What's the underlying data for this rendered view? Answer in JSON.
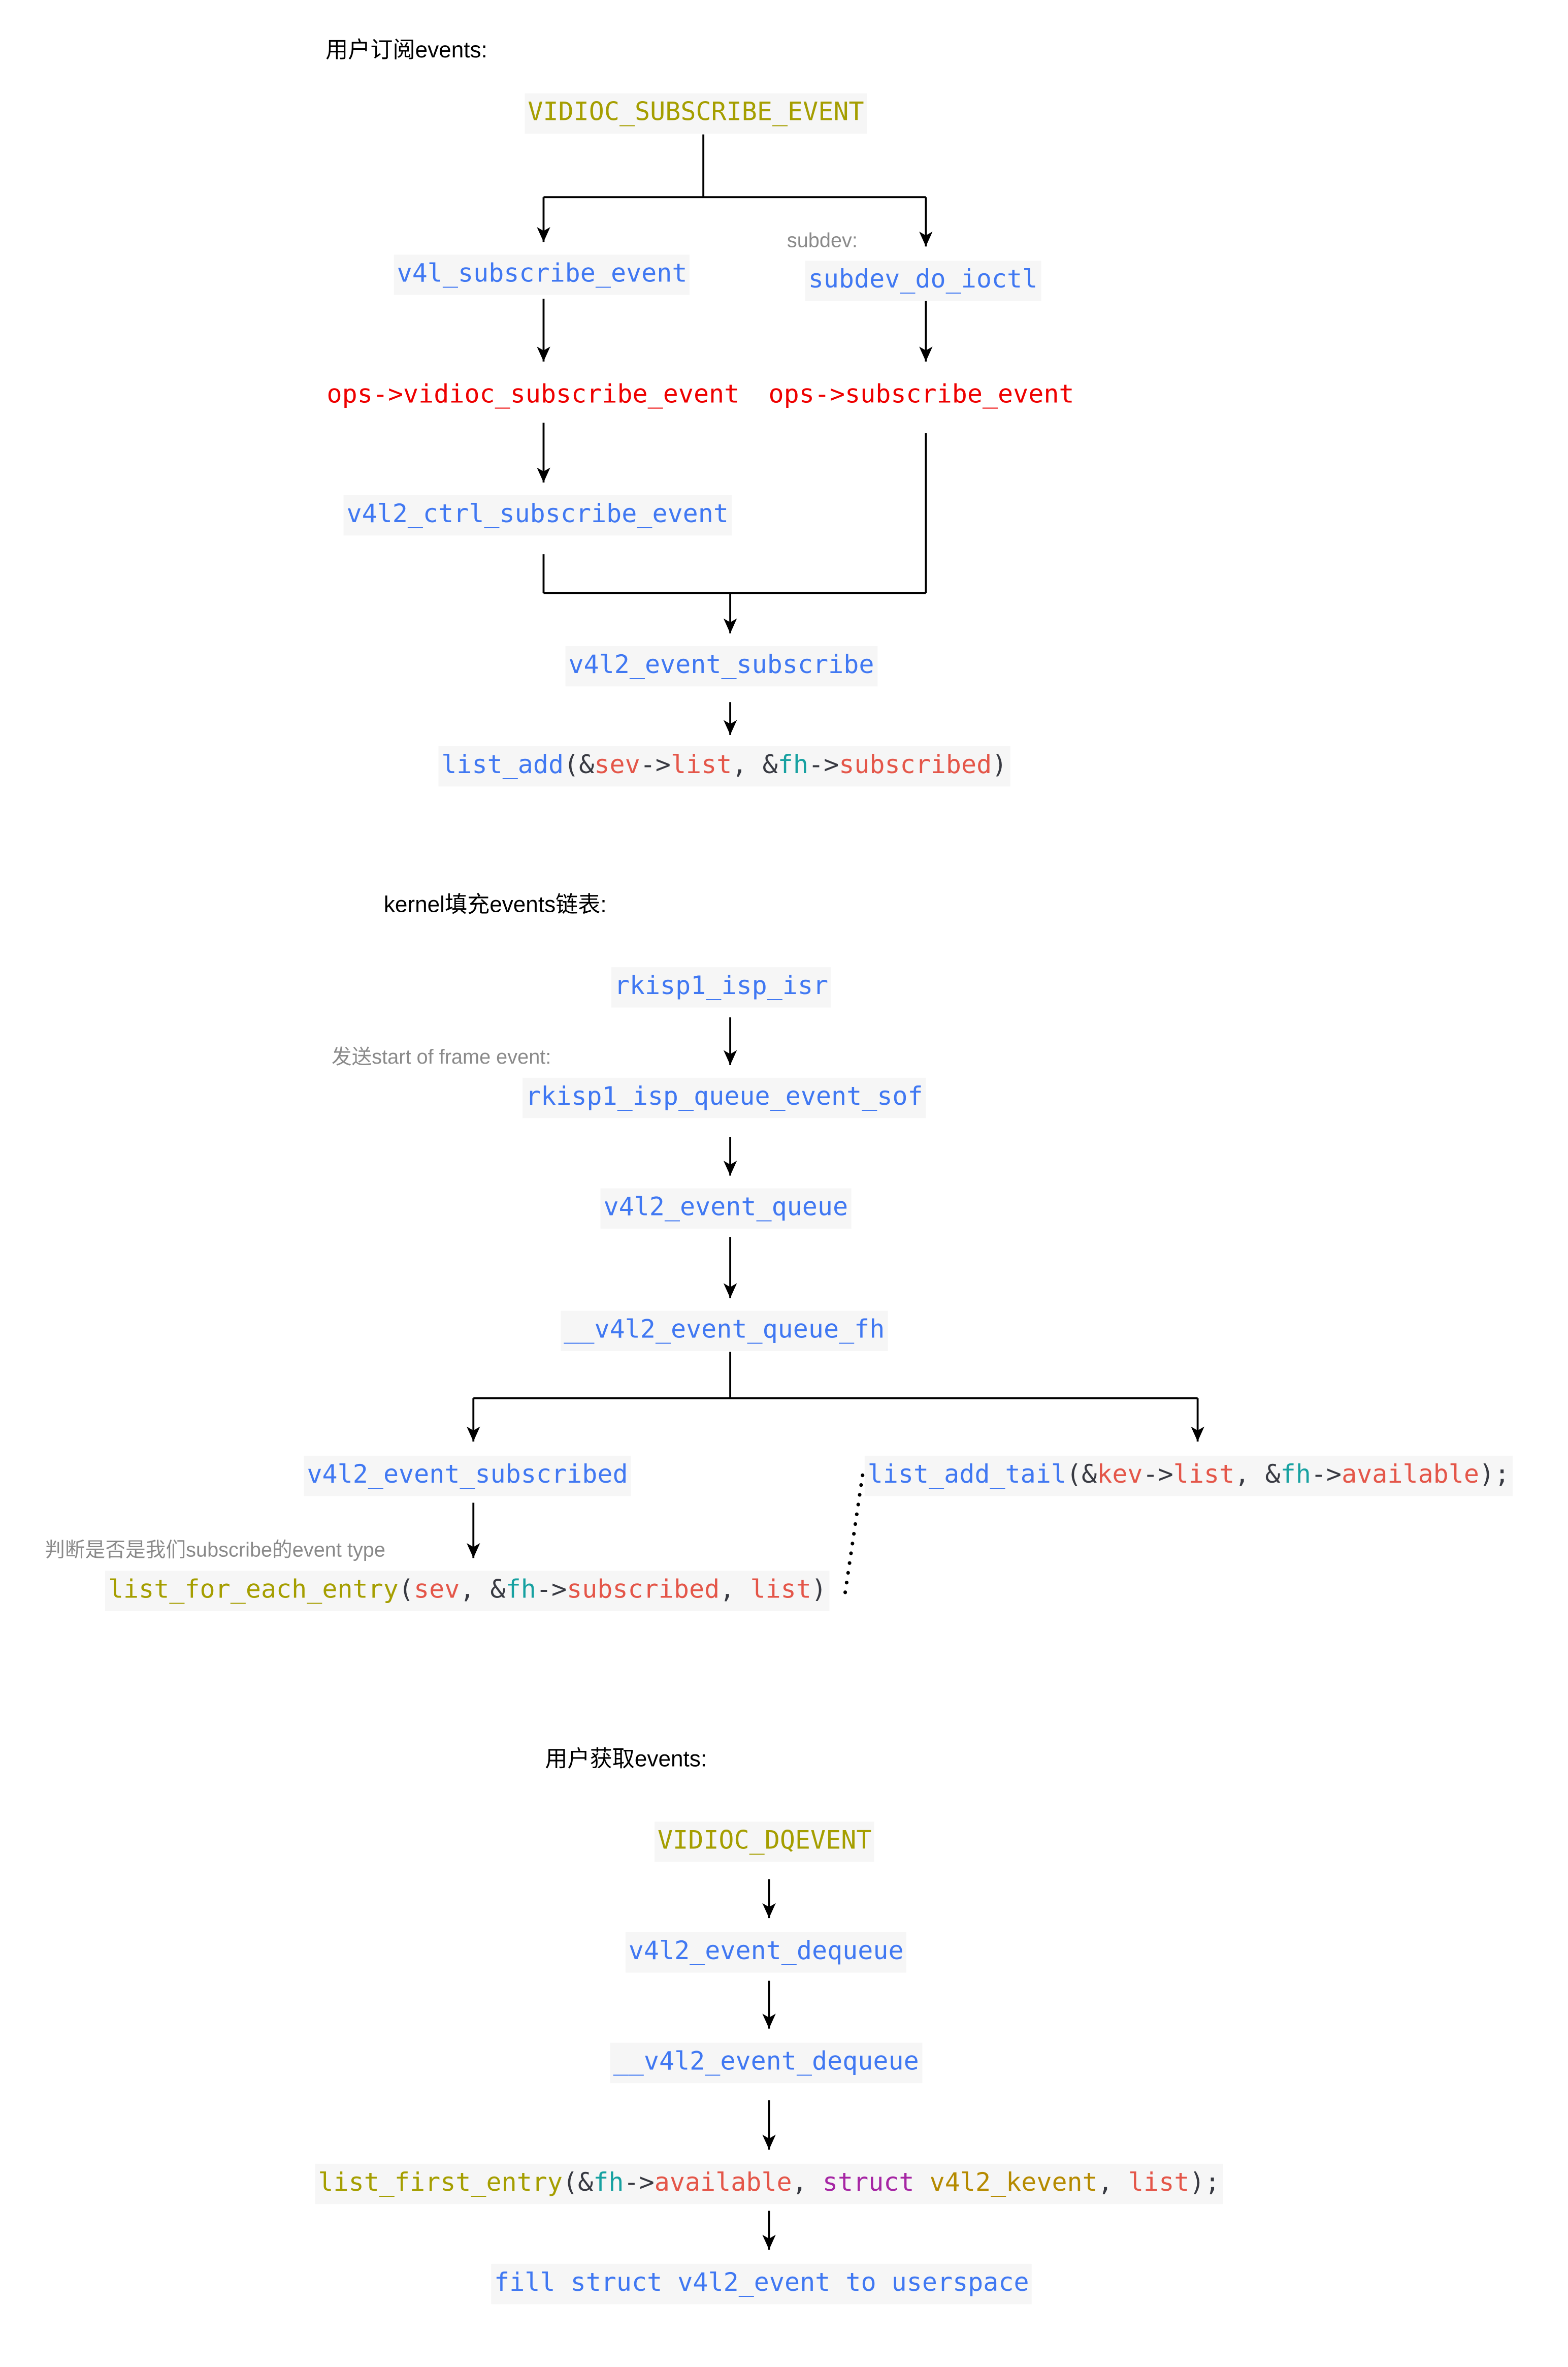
{
  "subscribe": {
    "heading": "用户订阅events:",
    "subdev_note": "subdev:",
    "nodes": {
      "vidioc_subscribe_event": [
        {
          "text": "VIDIOC_SUBSCRIBE_EVENT",
          "color": "#a59e00"
        }
      ],
      "v4l_subscribe_event": [
        {
          "text": "v4l_subscribe_event",
          "color": "#4078f2"
        }
      ],
      "subdev_do_ioctl": [
        {
          "text": "subdev_do_ioctl",
          "color": "#4078f2"
        }
      ],
      "ops_vidioc_subscribe_event": [
        {
          "text": "ops->vidioc_subscribe_event",
          "color": "#ee0000"
        }
      ],
      "ops_subscribe_event": [
        {
          "text": "ops->subscribe_event",
          "color": "#ee0000"
        }
      ],
      "v4l2_ctrl_subscribe_event": [
        {
          "text": "v4l2_ctrl_subscribe_event",
          "color": "#4078f2"
        }
      ],
      "v4l2_event_subscribe": [
        {
          "text": "v4l2_event_subscribe",
          "color": "#4078f2"
        }
      ],
      "list_add": [
        {
          "text": "list_add",
          "color": "#4078f2"
        },
        {
          "text": "(&",
          "color": "#383a42"
        },
        {
          "text": "sev",
          "color": "#e45649"
        },
        {
          "text": "->",
          "color": "#383a42"
        },
        {
          "text": "list",
          "color": "#e45649"
        },
        {
          "text": ", &",
          "color": "#383a42"
        },
        {
          "text": "fh",
          "color": "#17a1a1"
        },
        {
          "text": "->",
          "color": "#383a42"
        },
        {
          "text": "subscribed",
          "color": "#e45649"
        },
        {
          "text": ")",
          "color": "#383a42"
        }
      ]
    }
  },
  "kernel_queue": {
    "heading": "kernel填充events链表:",
    "sof_note": "发送start of frame event:",
    "judge_note": "判断是否是我们subscribe的event type",
    "nodes": {
      "rkisp1_isp_isr": [
        {
          "text": "rkisp1_isp_isr",
          "color": "#4078f2"
        }
      ],
      "rkisp1_isp_queue_event_sof": [
        {
          "text": "rkisp1_isp_queue_event_sof",
          "color": "#4078f2"
        }
      ],
      "v4l2_event_queue": [
        {
          "text": "v4l2_event_queue",
          "color": "#4078f2"
        }
      ],
      "v4l2_event_queue_fh": [
        {
          "text": "__v4l2_event_queue_fh",
          "color": "#4078f2"
        }
      ],
      "v4l2_event_subscribed": [
        {
          "text": "v4l2_event_subscribed",
          "color": "#4078f2"
        }
      ],
      "list_add_tail": [
        {
          "text": "list_add_tail",
          "color": "#4078f2"
        },
        {
          "text": "(&",
          "color": "#383a42"
        },
        {
          "text": "kev",
          "color": "#e45649"
        },
        {
          "text": "->",
          "color": "#383a42"
        },
        {
          "text": "list",
          "color": "#e45649"
        },
        {
          "text": ", &",
          "color": "#383a42"
        },
        {
          "text": "fh",
          "color": "#17a1a1"
        },
        {
          "text": "->",
          "color": "#383a42"
        },
        {
          "text": "available",
          "color": "#e45649"
        },
        {
          "text": ");",
          "color": "#383a42"
        }
      ],
      "list_for_each_entry": [
        {
          "text": "list_for_each_entry",
          "color": "#a59e00"
        },
        {
          "text": "(",
          "color": "#383a42"
        },
        {
          "text": "sev",
          "color": "#e45649"
        },
        {
          "text": ", &",
          "color": "#383a42"
        },
        {
          "text": "fh",
          "color": "#17a1a1"
        },
        {
          "text": "->",
          "color": "#383a42"
        },
        {
          "text": "subscribed",
          "color": "#e45649"
        },
        {
          "text": ", ",
          "color": "#383a42"
        },
        {
          "text": "list",
          "color": "#e45649"
        },
        {
          "text": ")",
          "color": "#383a42"
        }
      ]
    }
  },
  "dequeue": {
    "heading": "用户获取events:",
    "nodes": {
      "vidioc_dqevent": [
        {
          "text": "VIDIOC_DQEVENT",
          "color": "#a59e00"
        }
      ],
      "v4l2_event_dequeue": [
        {
          "text": "v4l2_event_dequeue",
          "color": "#4078f2"
        }
      ],
      "v4l2_event_dequeue_internal": [
        {
          "text": "__v4l2_event_dequeue",
          "color": "#4078f2"
        }
      ],
      "list_first_entry": [
        {
          "text": "list_first_entry",
          "color": "#a59e00"
        },
        {
          "text": "(&",
          "color": "#383a42"
        },
        {
          "text": "fh",
          "color": "#17a1a1"
        },
        {
          "text": "->",
          "color": "#383a42"
        },
        {
          "text": "available",
          "color": "#e45649"
        },
        {
          "text": ", ",
          "color": "#383a42"
        },
        {
          "text": "struct ",
          "color": "#a626a4"
        },
        {
          "text": "v4l2_kevent",
          "color": "#b58a00"
        },
        {
          "text": ", ",
          "color": "#383a42"
        },
        {
          "text": "list",
          "color": "#e45649"
        },
        {
          "text": ");",
          "color": "#383a42"
        }
      ],
      "fill_userspace": [
        {
          "text": "fill struct v4l2_event to userspace",
          "color": "#4078f2"
        }
      ]
    }
  }
}
